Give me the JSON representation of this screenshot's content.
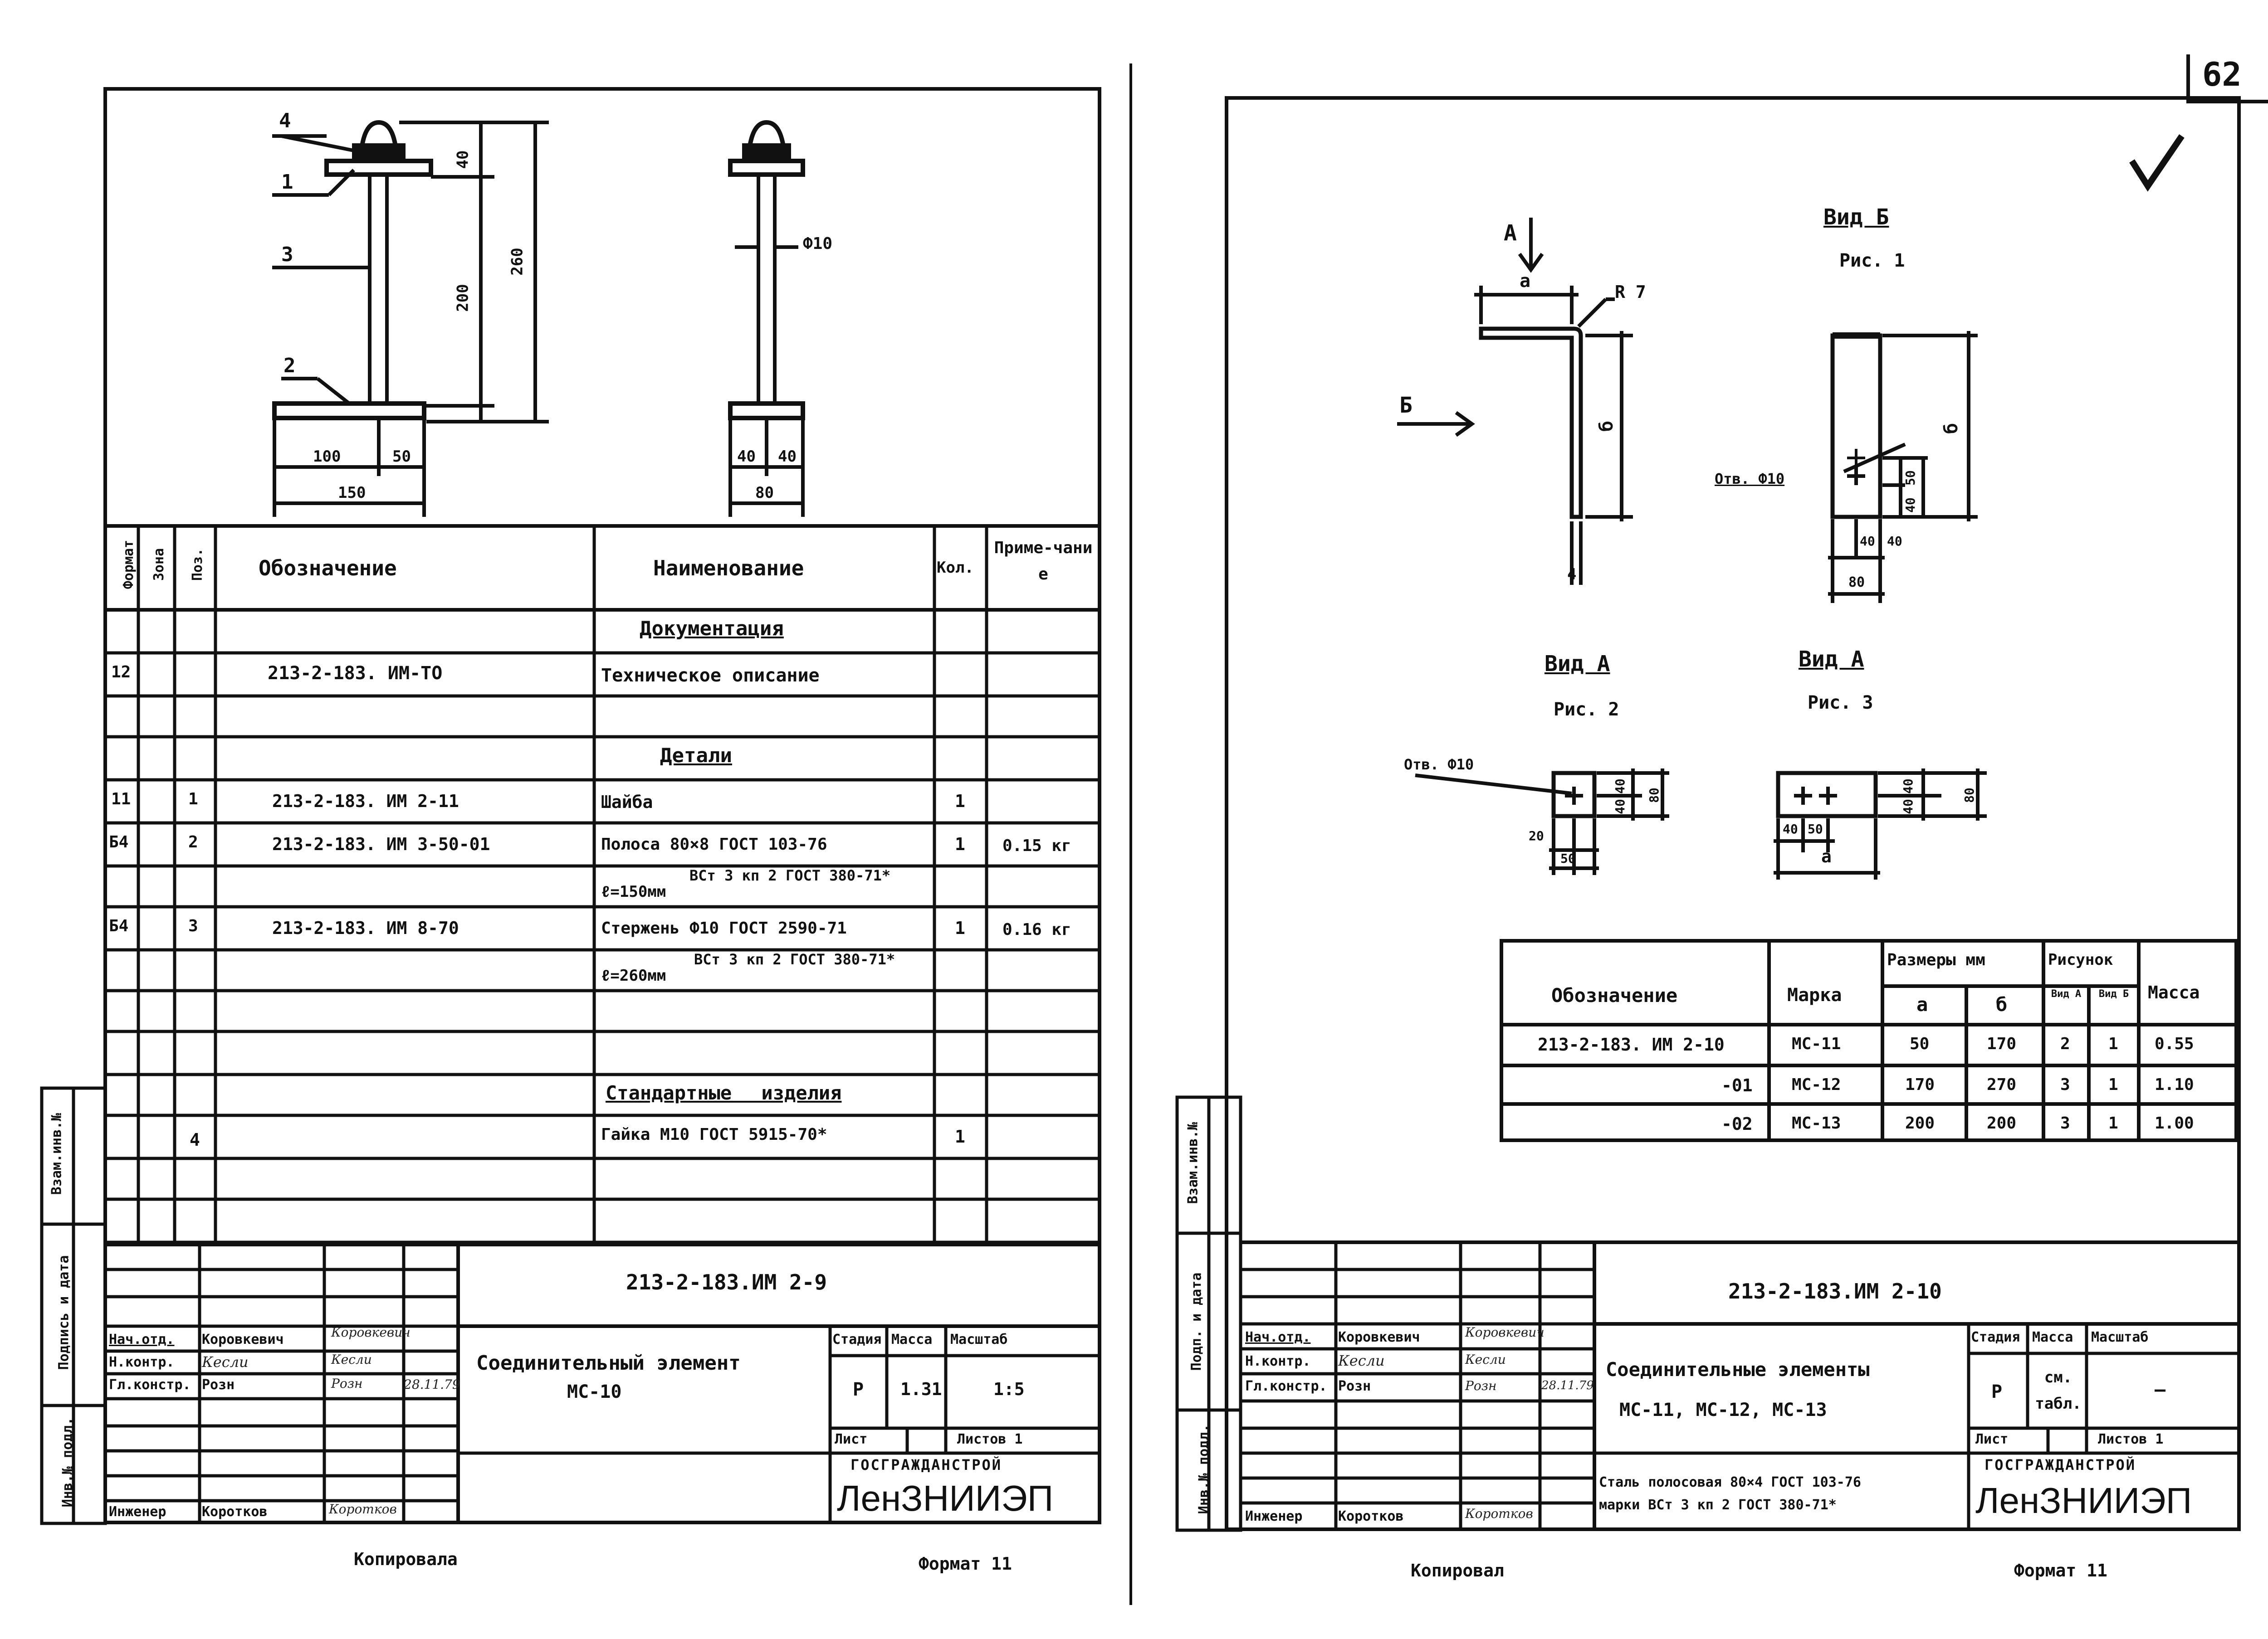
{
  "page_number": "62",
  "check_mark": "check-mark-icon",
  "footer": {
    "left_copied": "Копировала",
    "left_format": "Формат 11",
    "right_copied": "Копировал",
    "right_format": "Формат 11"
  },
  "left_sheet": {
    "drawing": {
      "callouts": [
        "4",
        "1",
        "3",
        "2"
      ],
      "dims": {
        "d40": "40",
        "d200": "200",
        "d260": "260",
        "d100": "100",
        "d50": "50",
        "d150": "150",
        "d40a": "40",
        "d40b": "40",
        "d80": "80",
        "phi": "Ф10"
      }
    },
    "spec_headers": {
      "format": "Формат",
      "zone": "Зона",
      "pos": "Поз.",
      "designation": "Обозначение",
      "name": "Наименование",
      "qty": "Кол.",
      "note": "Приме-чание"
    },
    "spec_rows": [
      {
        "format": "",
        "pos": "",
        "designation": "",
        "name": "Документация",
        "qty": "",
        "note": ""
      },
      {
        "format": "12",
        "pos": "",
        "designation": "213-2-183. ИМ-ТО",
        "name": "Техническое описание",
        "qty": "",
        "note": ""
      },
      {
        "format": "",
        "pos": "",
        "designation": "",
        "name": "Детали",
        "qty": "",
        "note": ""
      },
      {
        "format": "11",
        "pos": "1",
        "designation": "213-2-183. ИМ 2-11",
        "name": "Шайба",
        "qty": "1",
        "note": ""
      },
      {
        "format": "Б4",
        "pos": "2",
        "designation": "213-2-183. ИМ 3-50-01",
        "name": "Полоса 80×8 ГОСТ 103-76",
        "qty": "1",
        "note": "0.15 кг"
      },
      {
        "format": "",
        "pos": "",
        "designation": "",
        "name": "ВСт 3 кп 2 ГОСТ 380-71*",
        "qty": "",
        "note": ""
      },
      {
        "format": "Б4",
        "pos": "3",
        "designation": "213-2-183. ИМ 8-70",
        "name": "Стержень Ф10 ГОСТ 2590-71",
        "qty": "1",
        "note": "0.16 кг"
      },
      {
        "format": "",
        "pos": "",
        "designation": "",
        "name": "ВСт 3 кп 2 ГОСТ 380-71*",
        "qty": "",
        "note": ""
      },
      {
        "format": "",
        "pos": "",
        "designation": "",
        "name": "Стандартные изделия",
        "qty": "",
        "note": ""
      },
      {
        "format": "",
        "pos": "4",
        "designation": "",
        "name": "Гайка М10 ГОСТ 5915-70*",
        "qty": "1",
        "note": ""
      }
    ],
    "row_lengths": {
      "r5": "ℓ=150мм",
      "r7": "ℓ=260мм"
    },
    "side_labels": [
      "Инв.№ подл.",
      "Подпись и дата",
      "Взам.инв.№"
    ],
    "title_block": {
      "code": "213-2-183.ИМ 2-9",
      "title_line1": "Соединительный элемент",
      "title_line2": "МС-10",
      "headers": {
        "stage": "Стадия",
        "mass": "Масса",
        "scale": "Масштаб"
      },
      "values": {
        "stage": "Р",
        "mass": "1.31",
        "scale": "1:5"
      },
      "sheet": "Лист",
      "sheets": "Листов 1",
      "org1": "ГОСГРАЖДАНСТРОЙ",
      "org2": "ЛенЗНИИЭП",
      "roles": [
        {
          "role": "Нач.отд.",
          "name": "Коровкевич",
          "sign": "Коровкевич",
          "date": ""
        },
        {
          "role": "Н.контр.",
          "name": "Кесли",
          "sign": "Кесли",
          "date": ""
        },
        {
          "role": "Гл.констр.",
          "name": "Розн",
          "sign": "Розн",
          "date": "28.11.79"
        },
        {
          "role": "Инженер",
          "name": "Коротков",
          "sign": "Коротков",
          "date": ""
        }
      ]
    }
  },
  "right_sheet": {
    "views": {
      "a_arrow": "А",
      "b_arrow": "Б",
      "view_b": "Вид Б",
      "fig1": "Рис. 1",
      "view_a1": "Вид А",
      "fig2": "Рис. 2",
      "view_a2": "Вид А",
      "fig3": "Рис. 3",
      "hole1": "Отв. Ф10",
      "hole2": "Отв. Ф10",
      "dim_a": "a",
      "dim_b": "б",
      "r7": "R 7",
      "d4": "4",
      "d40": "40",
      "d50": "50",
      "d80": "80",
      "d20": "20"
    },
    "table": {
      "headers": {
        "designation": "Обозначение",
        "mark": "Марка",
        "sizes": "Размеры мм",
        "a": "a",
        "b": "б",
        "figure": "Рисунок",
        "view_a": "Вид А",
        "view_b": "Вид Б",
        "mass": "Масса"
      },
      "rows": [
        {
          "designation": "213-2-183. ИМ 2-10",
          "mark": "МС-11",
          "a": "50",
          "b": "170",
          "va": "2",
          "vb": "1",
          "mass": "0.55"
        },
        {
          "designation": "-01",
          "mark": "МС-12",
          "a": "170",
          "b": "270",
          "va": "3",
          "vb": "1",
          "mass": "1.10"
        },
        {
          "designation": "-02",
          "mark": "МС-13",
          "a": "200",
          "b": "200",
          "va": "3",
          "vb": "1",
          "mass": "1.00"
        }
      ]
    },
    "side_labels": [
      "Инв.№ подл.",
      "Подп. и дата",
      "Взам.инв.№"
    ],
    "title_block": {
      "code": "213-2-183.ИМ 2-10",
      "title_line1": "Соединительные элементы",
      "title_line2": "МС-11, МС-12, МС-13",
      "material_line1": "Сталь полосовая 80×4 ГОСТ 103-76",
      "material_line2": "марки ВСт 3 кп 2 ГОСТ 380-71*",
      "headers": {
        "stage": "Стадия",
        "mass": "Масса",
        "scale": "Масштаб"
      },
      "values": {
        "stage": "Р",
        "mass": "см. табл.",
        "scale": "–"
      },
      "sheet": "Лист",
      "sheets": "Листов 1",
      "org1": "ГОСГРАЖДАНСТРОЙ",
      "org2": "ЛенЗНИИЭП",
      "roles": [
        {
          "role": "Нач.отд.",
          "name": "Коровкевич",
          "sign": "Коровкевич",
          "date": ""
        },
        {
          "role": "Н.контр.",
          "name": "Кесли",
          "sign": "Кесли",
          "date": ""
        },
        {
          "role": "Гл.констр.",
          "name": "Розн",
          "sign": "Розн",
          "date": "28.11.79"
        },
        {
          "role": "Инженер",
          "name": "Коротков",
          "sign": "Коротков",
          "date": ""
        }
      ]
    }
  }
}
